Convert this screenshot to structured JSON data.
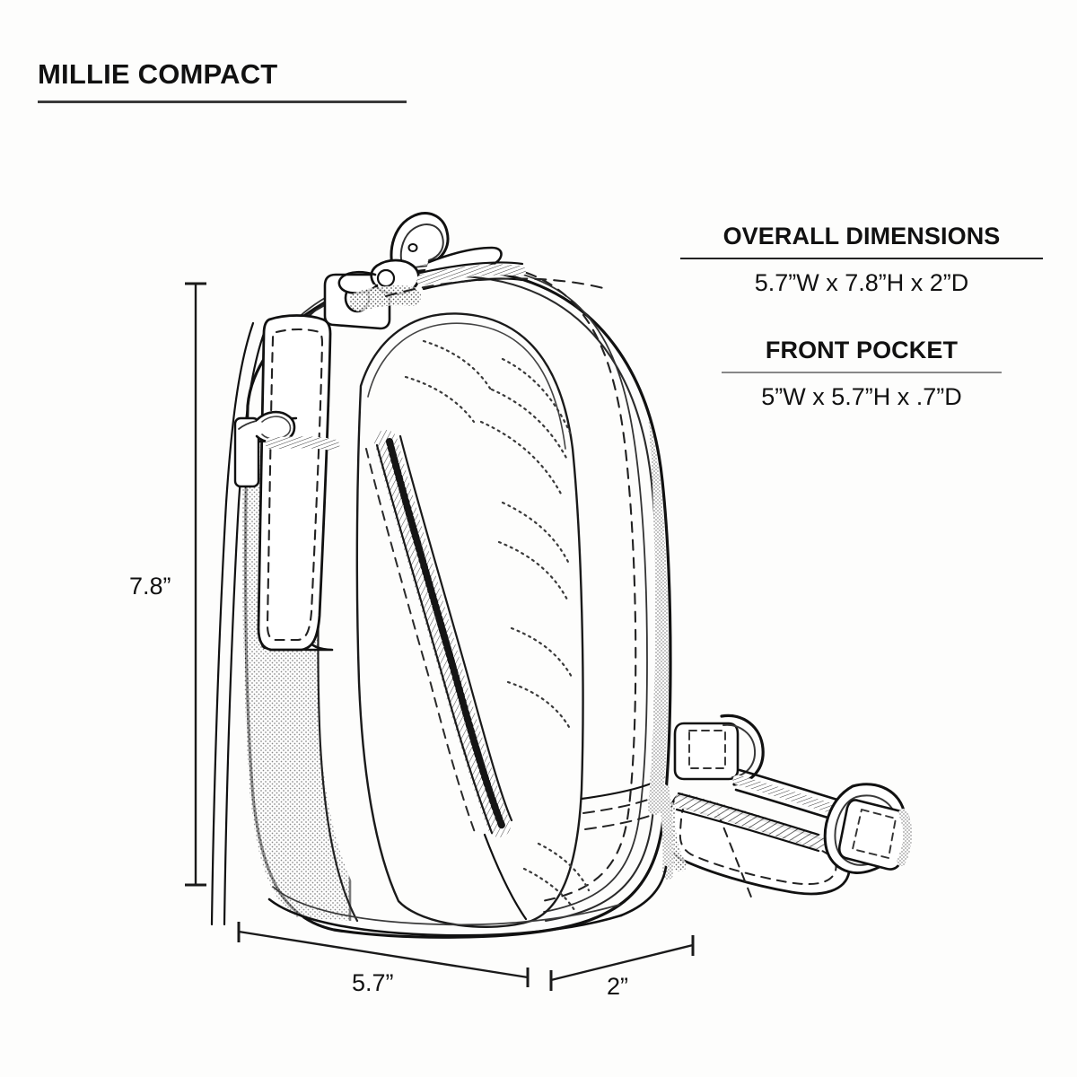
{
  "page": {
    "background_color": "#fdfdfc",
    "ink_color": "#111111",
    "rule_color": "#3a3a3a",
    "secondary_rule_color": "#888888"
  },
  "title": {
    "text": "MILLIE COMPACT"
  },
  "specs": {
    "overall": {
      "heading": "OVERALL DIMENSIONS",
      "value": "5.7”W x 7.8”H x 2”D"
    },
    "front_pocket": {
      "heading": "FRONT POCKET",
      "value": "5”W x 5.7”H x .7”D"
    }
  },
  "dimensions": {
    "height": {
      "label": "7.8”",
      "axis": "vertical"
    },
    "width": {
      "label": "5.7”",
      "axis": "horizontal"
    },
    "depth": {
      "label": "2”",
      "axis": "horizontal"
    }
  },
  "illustration": {
    "subject": "sling-bag-technical-line-drawing",
    "view": "three-quarter-side",
    "parts": [
      "swivel-snap-hook",
      "shoulder-strap-pad",
      "strap-webbing",
      "main-compartment",
      "front-pocket",
      "curved-zipper",
      "zipper-pull",
      "d-ring-hardware",
      "adjuster-buckle",
      "base-panel"
    ]
  }
}
